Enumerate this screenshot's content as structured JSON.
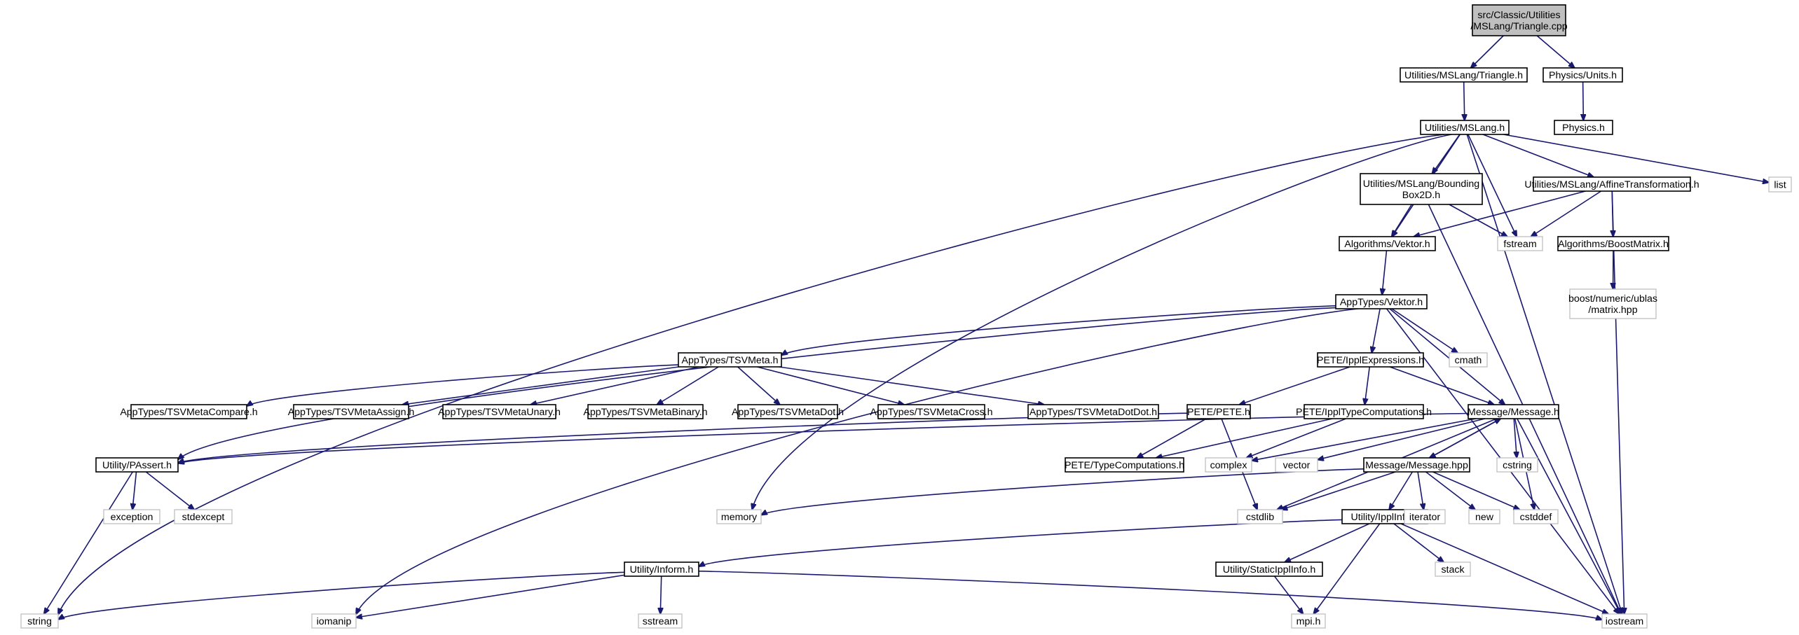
{
  "diagram": {
    "type": "include-dependency-graph",
    "colors": {
      "edge": "#191970",
      "root_fill": "#bfbfbf",
      "node_border": "#000000",
      "system_header_border": "#bfbfbf"
    },
    "nodes": [
      {
        "id": "root",
        "lines": [
          "src/Classic/Utilities",
          "/MSLang/Triangle.cpp"
        ],
        "kind": "root"
      },
      {
        "id": "triangle_h",
        "lines": [
          "Utilities/MSLang/Triangle.h"
        ],
        "kind": "project"
      },
      {
        "id": "units_h",
        "lines": [
          "Physics/Units.h"
        ],
        "kind": "project"
      },
      {
        "id": "physics_h",
        "lines": [
          "Physics.h"
        ],
        "kind": "project"
      },
      {
        "id": "mslang_h",
        "lines": [
          "Utilities/MSLang.h"
        ],
        "kind": "project"
      },
      {
        "id": "list",
        "lines": [
          "list"
        ],
        "kind": "system"
      },
      {
        "id": "bbox_h",
        "lines": [
          "Utilities/MSLang/Bounding",
          "Box2D.h"
        ],
        "kind": "project"
      },
      {
        "id": "affine_h",
        "lines": [
          "Utilities/MSLang/AffineTransformation.h"
        ],
        "kind": "project"
      },
      {
        "id": "algvektor_h",
        "lines": [
          "Algorithms/Vektor.h"
        ],
        "kind": "project"
      },
      {
        "id": "fstream",
        "lines": [
          "fstream"
        ],
        "kind": "system"
      },
      {
        "id": "boostmatrix_h",
        "lines": [
          "Algorithms/BoostMatrix.h"
        ],
        "kind": "project"
      },
      {
        "id": "ublas",
        "lines": [
          "boost/numeric/ublas",
          "/matrix.hpp"
        ],
        "kind": "system"
      },
      {
        "id": "appvektor_h",
        "lines": [
          "AppTypes/Vektor.h"
        ],
        "kind": "project"
      },
      {
        "id": "tsvmeta_h",
        "lines": [
          "AppTypes/TSVMeta.h"
        ],
        "kind": "project"
      },
      {
        "id": "ipplexpr_h",
        "lines": [
          "PETE/IpplExpressions.h"
        ],
        "kind": "project"
      },
      {
        "id": "cmath",
        "lines": [
          "cmath"
        ],
        "kind": "system"
      },
      {
        "id": "tsvcompare_h",
        "lines": [
          "AppTypes/TSVMetaCompare.h"
        ],
        "kind": "project"
      },
      {
        "id": "tsvassign_h",
        "lines": [
          "AppTypes/TSVMetaAssign.h"
        ],
        "kind": "project"
      },
      {
        "id": "tsvunary_h",
        "lines": [
          "AppTypes/TSVMetaUnary.h"
        ],
        "kind": "project"
      },
      {
        "id": "tsvbinary_h",
        "lines": [
          "AppTypes/TSVMetaBinary.h"
        ],
        "kind": "project"
      },
      {
        "id": "tsvdot_h",
        "lines": [
          "AppTypes/TSVMetaDot.h"
        ],
        "kind": "project"
      },
      {
        "id": "tsvcross_h",
        "lines": [
          "AppTypes/TSVMetaCross.h"
        ],
        "kind": "project"
      },
      {
        "id": "tsvdotdot_h",
        "lines": [
          "AppTypes/TSVMetaDotDot.h"
        ],
        "kind": "project"
      },
      {
        "id": "pete_h",
        "lines": [
          "PETE/PETE.h"
        ],
        "kind": "project"
      },
      {
        "id": "ippltypecomp_h",
        "lines": [
          "PETE/IpplTypeComputations.h"
        ],
        "kind": "project"
      },
      {
        "id": "message_h",
        "lines": [
          "Message/Message.h"
        ],
        "kind": "project"
      },
      {
        "id": "passert_h",
        "lines": [
          "Utility/PAssert.h"
        ],
        "kind": "project"
      },
      {
        "id": "typecomp_h",
        "lines": [
          "PETE/TypeComputations.h"
        ],
        "kind": "project"
      },
      {
        "id": "complex",
        "lines": [
          "complex"
        ],
        "kind": "system"
      },
      {
        "id": "vector",
        "lines": [
          "vector"
        ],
        "kind": "system"
      },
      {
        "id": "message_hpp",
        "lines": [
          "Message/Message.hpp"
        ],
        "kind": "project"
      },
      {
        "id": "cstring",
        "lines": [
          "cstring"
        ],
        "kind": "system"
      },
      {
        "id": "exception",
        "lines": [
          "exception"
        ],
        "kind": "system"
      },
      {
        "id": "stdexcept",
        "lines": [
          "stdexcept"
        ],
        "kind": "system"
      },
      {
        "id": "memory",
        "lines": [
          "memory"
        ],
        "kind": "system"
      },
      {
        "id": "cstdlib",
        "lines": [
          "cstdlib"
        ],
        "kind": "system"
      },
      {
        "id": "ipplinfo_h",
        "lines": [
          "Utility/IpplInfo.h"
        ],
        "kind": "project"
      },
      {
        "id": "iterator",
        "lines": [
          "iterator"
        ],
        "kind": "system"
      },
      {
        "id": "new",
        "lines": [
          "new"
        ],
        "kind": "system"
      },
      {
        "id": "cstddef",
        "lines": [
          "cstddef"
        ],
        "kind": "system"
      },
      {
        "id": "inform_h",
        "lines": [
          "Utility/Inform.h"
        ],
        "kind": "project"
      },
      {
        "id": "staticipplinfo_h",
        "lines": [
          "Utility/StaticIpplInfo.h"
        ],
        "kind": "project"
      },
      {
        "id": "stack",
        "lines": [
          "stack"
        ],
        "kind": "system"
      },
      {
        "id": "string",
        "lines": [
          "string"
        ],
        "kind": "system"
      },
      {
        "id": "iomanip",
        "lines": [
          "iomanip"
        ],
        "kind": "system"
      },
      {
        "id": "sstream",
        "lines": [
          "sstream"
        ],
        "kind": "system"
      },
      {
        "id": "mpi_h",
        "lines": [
          "mpi.h"
        ],
        "kind": "system"
      },
      {
        "id": "iostream",
        "lines": [
          "iostream"
        ],
        "kind": "system"
      }
    ],
    "edges": [
      [
        "root",
        "triangle_h"
      ],
      [
        "root",
        "units_h"
      ],
      [
        "units_h",
        "physics_h"
      ],
      [
        "triangle_h",
        "mslang_h"
      ],
      [
        "mslang_h",
        "string"
      ],
      [
        "mslang_h",
        "memory"
      ],
      [
        "mslang_h",
        "bbox_h"
      ],
      [
        "mslang_h",
        "algvektor_h"
      ],
      [
        "mslang_h",
        "fstream"
      ],
      [
        "mslang_h",
        "affine_h"
      ],
      [
        "mslang_h",
        "list"
      ],
      [
        "mslang_h",
        "iostream"
      ],
      [
        "bbox_h",
        "algvektor_h"
      ],
      [
        "bbox_h",
        "fstream"
      ],
      [
        "bbox_h",
        "iostream"
      ],
      [
        "affine_h",
        "algvektor_h"
      ],
      [
        "affine_h",
        "fstream"
      ],
      [
        "affine_h",
        "boostmatrix_h"
      ],
      [
        "affine_h",
        "iostream"
      ],
      [
        "boostmatrix_h",
        "ublas"
      ],
      [
        "algvektor_h",
        "appvektor_h"
      ],
      [
        "appvektor_h",
        "tsvmeta_h"
      ],
      [
        "appvektor_h",
        "ipplexpr_h"
      ],
      [
        "appvektor_h",
        "cmath"
      ],
      [
        "appvektor_h",
        "message_h"
      ],
      [
        "appvektor_h",
        "iostream"
      ],
      [
        "appvektor_h",
        "iomanip"
      ],
      [
        "appvektor_h",
        "passert_h"
      ],
      [
        "tsvmeta_h",
        "tsvcompare_h"
      ],
      [
        "tsvmeta_h",
        "tsvassign_h"
      ],
      [
        "tsvmeta_h",
        "tsvunary_h"
      ],
      [
        "tsvmeta_h",
        "tsvbinary_h"
      ],
      [
        "tsvmeta_h",
        "tsvdot_h"
      ],
      [
        "tsvmeta_h",
        "tsvcross_h"
      ],
      [
        "tsvmeta_h",
        "tsvdotdot_h"
      ],
      [
        "ipplexpr_h",
        "pete_h"
      ],
      [
        "ipplexpr_h",
        "ippltypecomp_h"
      ],
      [
        "ipplexpr_h",
        "message_h"
      ],
      [
        "pete_h",
        "passert_h"
      ],
      [
        "pete_h",
        "typecomp_h"
      ],
      [
        "pete_h",
        "cstdlib"
      ],
      [
        "ippltypecomp_h",
        "typecomp_h"
      ],
      [
        "ippltypecomp_h",
        "complex"
      ],
      [
        "message_h",
        "passert_h"
      ],
      [
        "message_h",
        "complex"
      ],
      [
        "message_h",
        "vector"
      ],
      [
        "message_h",
        "message_hpp"
      ],
      [
        "message_h",
        "cstring"
      ],
      [
        "message_h",
        "cstdlib"
      ],
      [
        "message_h",
        "cstddef"
      ],
      [
        "message_h",
        "iostream"
      ],
      [
        "message_hpp",
        "message_h"
      ],
      [
        "message_hpp",
        "memory"
      ],
      [
        "message_hpp",
        "cstdlib"
      ],
      [
        "message_hpp",
        "ipplinfo_h"
      ],
      [
        "message_hpp",
        "iterator"
      ],
      [
        "message_hpp",
        "new"
      ],
      [
        "message_hpp",
        "cstddef"
      ],
      [
        "passert_h",
        "exception"
      ],
      [
        "passert_h",
        "stdexcept"
      ],
      [
        "passert_h",
        "string"
      ],
      [
        "ipplinfo_h",
        "inform_h"
      ],
      [
        "ipplinfo_h",
        "staticipplinfo_h"
      ],
      [
        "ipplinfo_h",
        "stack"
      ],
      [
        "ipplinfo_h",
        "mpi_h"
      ],
      [
        "ipplinfo_h",
        "iostream"
      ],
      [
        "staticipplinfo_h",
        "mpi_h"
      ],
      [
        "inform_h",
        "string"
      ],
      [
        "inform_h",
        "iomanip"
      ],
      [
        "inform_h",
        "sstream"
      ],
      [
        "inform_h",
        "iostream"
      ]
    ]
  }
}
